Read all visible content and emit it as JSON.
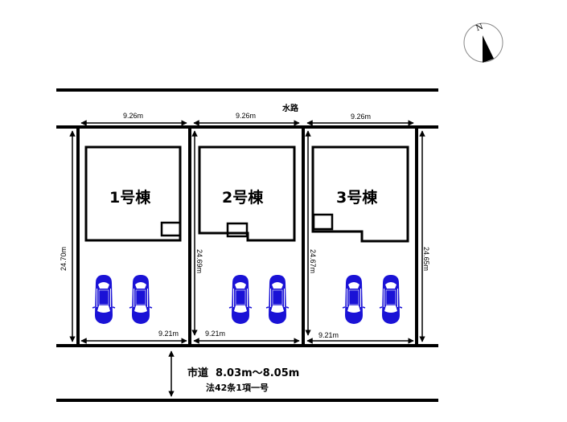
{
  "compass": {
    "label": "N"
  },
  "waterway": {
    "label": "水路"
  },
  "lots": [
    {
      "name": "1号棟",
      "top_width": "9.26m",
      "bottom_width": "9.21m",
      "left_depth": "24.70m",
      "parking_spaces": 2
    },
    {
      "name": "2号棟",
      "top_width": "9.26m",
      "bottom_width": "9.21m",
      "left_depth": "24.69m",
      "parking_spaces": 2
    },
    {
      "name": "3号棟",
      "top_width": "9.26m",
      "bottom_width": "9.21m",
      "left_depth": "24.67m",
      "right_depth": "24.65m",
      "parking_spaces": 2
    }
  ],
  "road": {
    "label": "市道  8.03m〜8.05m",
    "legal_note": "法42条1項一号"
  },
  "colors": {
    "line": "#000000",
    "car": "#1a12d6",
    "background": "#ffffff"
  }
}
